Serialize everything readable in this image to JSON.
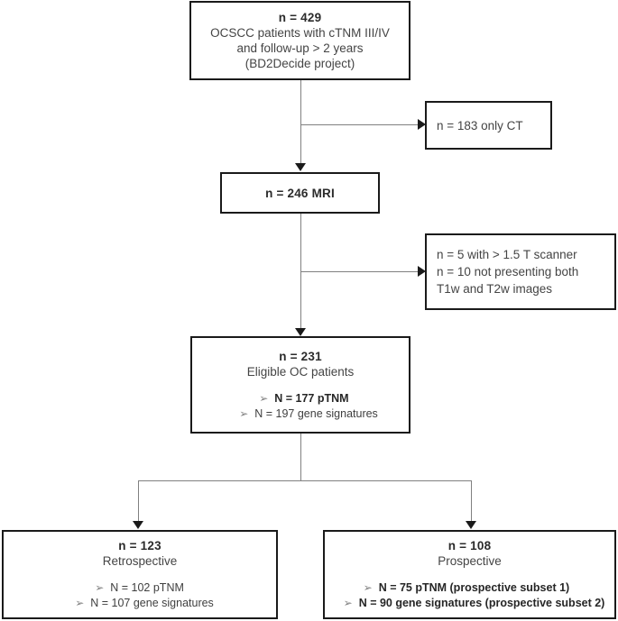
{
  "figure": {
    "type": "flow-diagram",
    "title": "Patient selection flowchart"
  },
  "nodes": {
    "cohort": {
      "count_label": "n = 429",
      "line1": "OCSCC patients with cTNM III/IV",
      "line2": "and follow-up > 2 years",
      "line3": "(BD2Decide project)"
    },
    "excluded_ct": {
      "line1": "n = 183 only CT"
    },
    "mri": {
      "count_label": "n = 246 MRI"
    },
    "excluded_mri": {
      "line1": "n = 5 with > 1.5 T scanner",
      "line2": "n = 10 not presenting both",
      "line3": "T1w and T2w images"
    },
    "eligible": {
      "count_label": "n = 231",
      "subtitle": "Eligible OC patients",
      "bullets": [
        {
          "mark": "➢",
          "text": "N = 177 pTNM",
          "bold": true
        },
        {
          "mark": "➢",
          "text": "N = 197 gene signatures",
          "bold": false
        }
      ]
    },
    "retrospective": {
      "count_label": "n = 123",
      "subtitle": "Retrospective",
      "bullets": [
        {
          "mark": "➢",
          "text": "N = 102 pTNM",
          "bold": false
        },
        {
          "mark": "➢",
          "text": "N = 107 gene signatures",
          "bold": false
        }
      ]
    },
    "prospective": {
      "count_label": "n = 108",
      "subtitle": "Prospective",
      "bullets": [
        {
          "mark": "➢",
          "text": "N = 75 pTNM (prospective subset 1)",
          "bold": true
        },
        {
          "mark": "➢",
          "text": "N = 90 gene signatures (prospective subset 2)",
          "bold": true
        }
      ]
    }
  },
  "colors": {
    "border": "#1a1a1a",
    "connector": "#808080",
    "arrow": "#1a1a1a",
    "text": "#3f3f3f",
    "background": "#ffffff"
  }
}
